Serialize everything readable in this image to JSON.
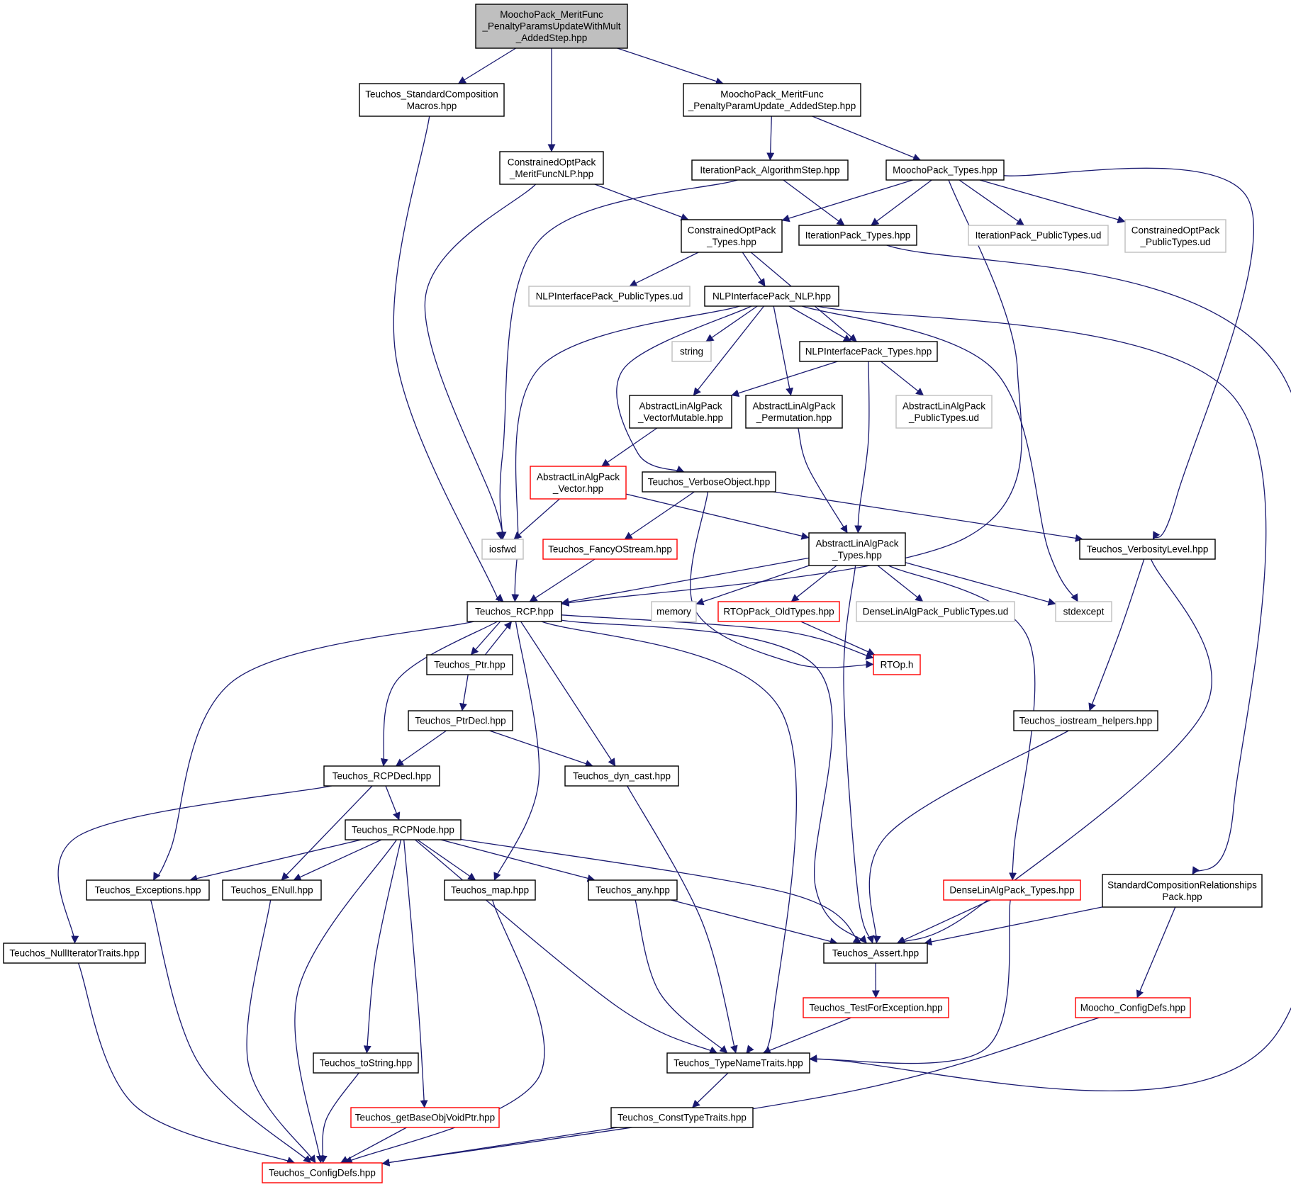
{
  "diagram": {
    "type": "include-dependency-graph",
    "colors": {
      "edge": "#191970",
      "root_fill": "#bfbfbf",
      "node_border": "#000000",
      "red_border": "#ff0000",
      "gray_border": "#bfbfbf",
      "text": "#000000",
      "background": "#ffffff"
    },
    "nodes": [
      {
        "id": "root",
        "style": "root",
        "lines": [
          "MoochoPack_MeritFunc",
          "_PenaltyParamsUpdateWithMult",
          "_AddedStep.hpp"
        ]
      },
      {
        "id": "std_comp_macros",
        "style": "black",
        "lines": [
          "Teuchos_StandardComposition",
          "Macros.hpp"
        ]
      },
      {
        "id": "mf_penalty_added",
        "style": "black",
        "lines": [
          "MoochoPack_MeritFunc",
          "_PenaltyParamUpdate_AddedStep.hpp"
        ]
      },
      {
        "id": "cop_meritfuncnlp",
        "style": "black",
        "lines": [
          "ConstrainedOptPack",
          "_MeritFuncNLP.hpp"
        ]
      },
      {
        "id": "iter_algstep",
        "style": "black",
        "lines": [
          "IterationPack_AlgorithmStep.hpp"
        ]
      },
      {
        "id": "moocho_types",
        "style": "black",
        "lines": [
          "MoochoPack_Types.hpp"
        ]
      },
      {
        "id": "cop_types",
        "style": "black",
        "lines": [
          "ConstrainedOptPack",
          "_Types.hpp"
        ]
      },
      {
        "id": "iter_types",
        "style": "black",
        "lines": [
          "IterationPack_Types.hpp"
        ]
      },
      {
        "id": "iter_public_ud",
        "style": "gray",
        "lines": [
          "IterationPack_PublicTypes.ud"
        ]
      },
      {
        "id": "cop_public_ud",
        "style": "gray",
        "lines": [
          "ConstrainedOptPack",
          "_PublicTypes.ud"
        ]
      },
      {
        "id": "nlp_public_ud",
        "style": "gray",
        "lines": [
          "NLPInterfacePack_PublicTypes.ud"
        ]
      },
      {
        "id": "nlp_nlp",
        "style": "black",
        "lines": [
          "NLPInterfacePack_NLP.hpp"
        ]
      },
      {
        "id": "string",
        "style": "gray",
        "lines": [
          "string"
        ]
      },
      {
        "id": "nlp_types",
        "style": "black",
        "lines": [
          "NLPInterfacePack_Types.hpp"
        ]
      },
      {
        "id": "ala_vecmut",
        "style": "black",
        "lines": [
          "AbstractLinAlgPack",
          "_VectorMutable.hpp"
        ]
      },
      {
        "id": "ala_perm",
        "style": "black",
        "lines": [
          "AbstractLinAlgPack",
          "_Permutation.hpp"
        ]
      },
      {
        "id": "ala_public_ud",
        "style": "gray",
        "lines": [
          "AbstractLinAlgPack",
          "_PublicTypes.ud"
        ]
      },
      {
        "id": "ala_vector",
        "style": "red",
        "lines": [
          "AbstractLinAlgPack",
          "_Vector.hpp"
        ]
      },
      {
        "id": "verbose_obj",
        "style": "black",
        "lines": [
          "Teuchos_VerboseObject.hpp"
        ]
      },
      {
        "id": "iosfwd",
        "style": "gray",
        "lines": [
          "iosfwd"
        ]
      },
      {
        "id": "fancy_ostream",
        "style": "red",
        "lines": [
          "Teuchos_FancyOStream.hpp"
        ]
      },
      {
        "id": "ala_types",
        "style": "black",
        "lines": [
          "AbstractLinAlgPack",
          "_Types.hpp"
        ]
      },
      {
        "id": "verbosity_level",
        "style": "black",
        "lines": [
          "Teuchos_VerbosityLevel.hpp"
        ]
      },
      {
        "id": "rcp",
        "style": "black",
        "lines": [
          "Teuchos_RCP.hpp"
        ]
      },
      {
        "id": "memory",
        "style": "gray",
        "lines": [
          "memory"
        ]
      },
      {
        "id": "rtop_oldtypes",
        "style": "red",
        "lines": [
          "RTOpPack_OldTypes.hpp"
        ]
      },
      {
        "id": "dla_public_ud",
        "style": "gray",
        "lines": [
          "DenseLinAlgPack_PublicTypes.ud"
        ]
      },
      {
        "id": "stdexcept",
        "style": "gray",
        "lines": [
          "stdexcept"
        ]
      },
      {
        "id": "ptr",
        "style": "black",
        "lines": [
          "Teuchos_Ptr.hpp"
        ]
      },
      {
        "id": "rtop_h",
        "style": "red",
        "lines": [
          "RTOp.h"
        ]
      },
      {
        "id": "ptrdecl",
        "style": "black",
        "lines": [
          "Teuchos_PtrDecl.hpp"
        ]
      },
      {
        "id": "iostream_helpers",
        "style": "black",
        "lines": [
          "Teuchos_iostream_helpers.hpp"
        ]
      },
      {
        "id": "rcpdecl",
        "style": "black",
        "lines": [
          "Teuchos_RCPDecl.hpp"
        ]
      },
      {
        "id": "dyn_cast",
        "style": "black",
        "lines": [
          "Teuchos_dyn_cast.hpp"
        ]
      },
      {
        "id": "rcpnode",
        "style": "black",
        "lines": [
          "Teuchos_RCPNode.hpp"
        ]
      },
      {
        "id": "exceptions",
        "style": "black",
        "lines": [
          "Teuchos_Exceptions.hpp"
        ]
      },
      {
        "id": "enull",
        "style": "black",
        "lines": [
          "Teuchos_ENull.hpp"
        ]
      },
      {
        "id": "map",
        "style": "black",
        "lines": [
          "Teuchos_map.hpp"
        ]
      },
      {
        "id": "any",
        "style": "black",
        "lines": [
          "Teuchos_any.hpp"
        ]
      },
      {
        "id": "dla_types",
        "style": "red",
        "lines": [
          "DenseLinAlgPack_Types.hpp"
        ]
      },
      {
        "id": "std_comp_rel",
        "style": "black",
        "lines": [
          "StandardCompositionRelationships",
          "Pack.hpp"
        ]
      },
      {
        "id": "null_iter",
        "style": "black",
        "lines": [
          "Teuchos_NullIteratorTraits.hpp"
        ]
      },
      {
        "id": "assert",
        "style": "black",
        "lines": [
          "Teuchos_Assert.hpp"
        ]
      },
      {
        "id": "test_for_exc",
        "style": "red",
        "lines": [
          "Teuchos_TestForException.hpp"
        ]
      },
      {
        "id": "moocho_configdefs",
        "style": "red",
        "lines": [
          "Moocho_ConfigDefs.hpp"
        ]
      },
      {
        "id": "tostring",
        "style": "black",
        "lines": [
          "Teuchos_toString.hpp"
        ]
      },
      {
        "id": "typename_traits",
        "style": "black",
        "lines": [
          "Teuchos_TypeNameTraits.hpp"
        ]
      },
      {
        "id": "getbaseobj",
        "style": "red",
        "lines": [
          "Teuchos_getBaseObjVoidPtr.hpp"
        ]
      },
      {
        "id": "const_type_traits",
        "style": "black",
        "lines": [
          "Teuchos_ConstTypeTraits.hpp"
        ]
      },
      {
        "id": "teuchos_configdefs",
        "style": "red",
        "lines": [
          "Teuchos_ConfigDefs.hpp"
        ]
      }
    ],
    "edges": [
      {
        "from": "root",
        "to": "std_comp_macros"
      },
      {
        "from": "root",
        "to": "cop_meritfuncnlp"
      },
      {
        "from": "root",
        "to": "mf_penalty_added"
      },
      {
        "from": "std_comp_macros",
        "to": "rcp"
      },
      {
        "from": "mf_penalty_added",
        "to": "iter_algstep"
      },
      {
        "from": "mf_penalty_added",
        "to": "moocho_types"
      },
      {
        "from": "cop_meritfuncnlp",
        "to": "cop_types"
      },
      {
        "from": "cop_meritfuncnlp",
        "to": "iosfwd"
      },
      {
        "from": "iter_algstep",
        "to": "iter_types"
      },
      {
        "from": "iter_algstep",
        "to": "iosfwd"
      },
      {
        "from": "moocho_types",
        "to": "cop_types"
      },
      {
        "from": "moocho_types",
        "to": "iter_types"
      },
      {
        "from": "moocho_types",
        "to": "iter_public_ud"
      },
      {
        "from": "moocho_types",
        "to": "cop_public_ud"
      },
      {
        "from": "moocho_types",
        "to": "verbosity_level"
      },
      {
        "from": "moocho_types",
        "to": "rcp"
      },
      {
        "from": "cop_types",
        "to": "nlp_public_ud"
      },
      {
        "from": "cop_types",
        "to": "nlp_nlp"
      },
      {
        "from": "cop_types",
        "to": "nlp_types"
      },
      {
        "from": "iter_types",
        "to": "typename_traits"
      },
      {
        "from": "nlp_nlp",
        "to": "string"
      },
      {
        "from": "nlp_nlp",
        "to": "nlp_types"
      },
      {
        "from": "nlp_nlp",
        "to": "ala_vecmut"
      },
      {
        "from": "nlp_nlp",
        "to": "ala_perm"
      },
      {
        "from": "nlp_nlp",
        "to": "verbose_obj"
      },
      {
        "from": "nlp_nlp",
        "to": "rcp"
      },
      {
        "from": "nlp_nlp",
        "to": "stdexcept"
      },
      {
        "from": "nlp_nlp",
        "to": "std_comp_rel"
      },
      {
        "from": "nlp_types",
        "to": "ala_vecmut"
      },
      {
        "from": "nlp_types",
        "to": "ala_public_ud"
      },
      {
        "from": "nlp_types",
        "to": "ala_types"
      },
      {
        "from": "ala_vecmut",
        "to": "ala_vector"
      },
      {
        "from": "ala_perm",
        "to": "ala_types"
      },
      {
        "from": "ala_vector",
        "to": "iosfwd"
      },
      {
        "from": "ala_vector",
        "to": "ala_types"
      },
      {
        "from": "verbose_obj",
        "to": "fancy_ostream"
      },
      {
        "from": "verbose_obj",
        "to": "verbosity_level"
      },
      {
        "from": "verbose_obj",
        "to": "rtop_h"
      },
      {
        "from": "fancy_ostream",
        "to": "rcp"
      },
      {
        "from": "ala_types",
        "to": "rcp"
      },
      {
        "from": "ala_types",
        "to": "memory"
      },
      {
        "from": "ala_types",
        "to": "rtop_oldtypes"
      },
      {
        "from": "ala_types",
        "to": "dla_public_ud"
      },
      {
        "from": "ala_types",
        "to": "stdexcept"
      },
      {
        "from": "ala_types",
        "to": "dla_types"
      },
      {
        "from": "ala_types",
        "to": "assert"
      },
      {
        "from": "verbosity_level",
        "to": "iostream_helpers"
      },
      {
        "from": "verbosity_level",
        "to": "assert"
      },
      {
        "from": "rcp",
        "to": "ptr"
      },
      {
        "from": "rcp",
        "to": "rcpdecl"
      },
      {
        "from": "rcp",
        "to": "dyn_cast"
      },
      {
        "from": "rcp",
        "to": "exceptions"
      },
      {
        "from": "rcp",
        "to": "map"
      },
      {
        "from": "rcp",
        "to": "typename_traits"
      },
      {
        "from": "rcp",
        "to": "rtop_h"
      },
      {
        "from": "rcp",
        "to": "assert"
      },
      {
        "from": "rtop_oldtypes",
        "to": "rtop_h"
      },
      {
        "from": "ptr",
        "to": "rcp"
      },
      {
        "from": "ptr",
        "to": "ptrdecl"
      },
      {
        "from": "ptrdecl",
        "to": "rcpdecl"
      },
      {
        "from": "ptrdecl",
        "to": "dyn_cast"
      },
      {
        "from": "iostream_helpers",
        "to": "assert"
      },
      {
        "from": "rcpdecl",
        "to": "rcpnode"
      },
      {
        "from": "rcpdecl",
        "to": "enull"
      },
      {
        "from": "rcpdecl",
        "to": "null_iter"
      },
      {
        "from": "dyn_cast",
        "to": "typename_traits"
      },
      {
        "from": "rcpnode",
        "to": "exceptions"
      },
      {
        "from": "rcpnode",
        "to": "enull"
      },
      {
        "from": "rcpnode",
        "to": "map"
      },
      {
        "from": "rcpnode",
        "to": "any"
      },
      {
        "from": "rcpnode",
        "to": "assert"
      },
      {
        "from": "rcpnode",
        "to": "typename_traits"
      },
      {
        "from": "rcpnode",
        "to": "tostring"
      },
      {
        "from": "rcpnode",
        "to": "getbaseobj"
      },
      {
        "from": "rcpnode",
        "to": "teuchos_configdefs"
      },
      {
        "from": "exceptions",
        "to": "teuchos_configdefs"
      },
      {
        "from": "enull",
        "to": "teuchos_configdefs"
      },
      {
        "from": "map",
        "to": "teuchos_configdefs"
      },
      {
        "from": "any",
        "to": "assert"
      },
      {
        "from": "any",
        "to": "typename_traits"
      },
      {
        "from": "dla_types",
        "to": "assert"
      },
      {
        "from": "dla_types",
        "to": "typename_traits"
      },
      {
        "from": "std_comp_rel",
        "to": "assert"
      },
      {
        "from": "std_comp_rel",
        "to": "moocho_configdefs"
      },
      {
        "from": "null_iter",
        "to": "teuchos_configdefs"
      },
      {
        "from": "assert",
        "to": "test_for_exc"
      },
      {
        "from": "test_for_exc",
        "to": "typename_traits"
      },
      {
        "from": "moocho_configdefs",
        "to": "teuchos_configdefs"
      },
      {
        "from": "tostring",
        "to": "teuchos_configdefs"
      },
      {
        "from": "typename_traits",
        "to": "const_type_traits"
      },
      {
        "from": "getbaseobj",
        "to": "teuchos_configdefs"
      },
      {
        "from": "const_type_traits",
        "to": "teuchos_configdefs"
      }
    ]
  }
}
